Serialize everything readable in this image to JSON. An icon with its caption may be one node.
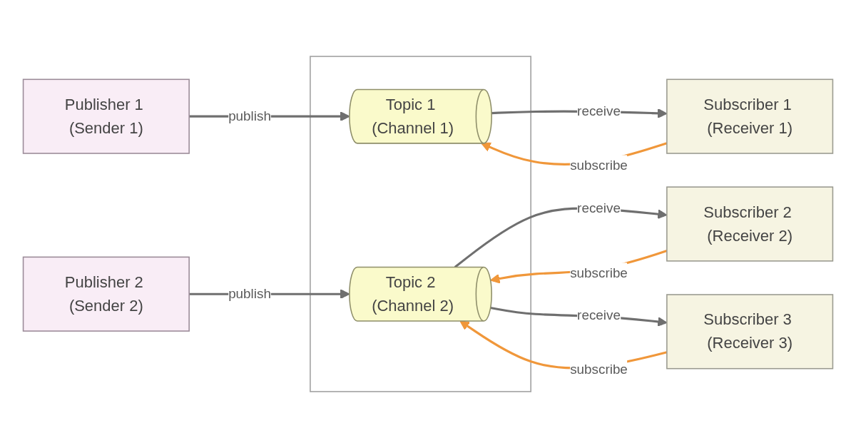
{
  "diagram": {
    "nodes": [
      {
        "text": [
          "Publisher 1 (Sender 1)"
        ]
      },
      {
        "text": [
          "Publisher 2 (Sender 2)"
        ]
      },
      {
        "text": [],
        "shape": "box"
      },
      {
        "text": [
          "Topic 1 (Channel 1)"
        ],
        "in": 2
      },
      {
        "text": [
          "Topic 2 (Channel 2)"
        ],
        "in": 2
      },
      {
        "text": [
          "Subscriber 1 (Receiver 1)"
        ]
      },
      {
        "text": [
          "Subscriber 2 (Receiver 2)"
        ]
      },
      {
        "text": [
          "Subscriber 3 (Receiver 3)"
        ]
      }
    ],
    "edges": [
      {
        "from": 0,
        "to": 3,
        "arrow": "to",
        "label": "publish"
      },
      {
        "from": 1,
        "to": 4,
        "arrow": "to",
        "label": "publish"
      },
      {
        "from": 5,
        "to": 3,
        "arrow": "to",
        "label": "subscribe",
        "color": "#f0973a"
      },
      {
        "from": 3,
        "to": 5,
        "arrow": "to",
        "label": "receive"
      },
      {
        "from": 6,
        "to": 4,
        "arrow": "to",
        "label": "subscribe",
        "color": "#f0973a"
      },
      {
        "from": 4,
        "to": 6,
        "arrow": "to",
        "label": "receive"
      },
      {
        "from": 7,
        "to": 4,
        "arrow": "to",
        "label": "subscribe",
        "color": "#f0973a"
      },
      {
        "from": 4,
        "to": 7,
        "arrow": "to",
        "label": "receive"
      }
    ]
  }
}
